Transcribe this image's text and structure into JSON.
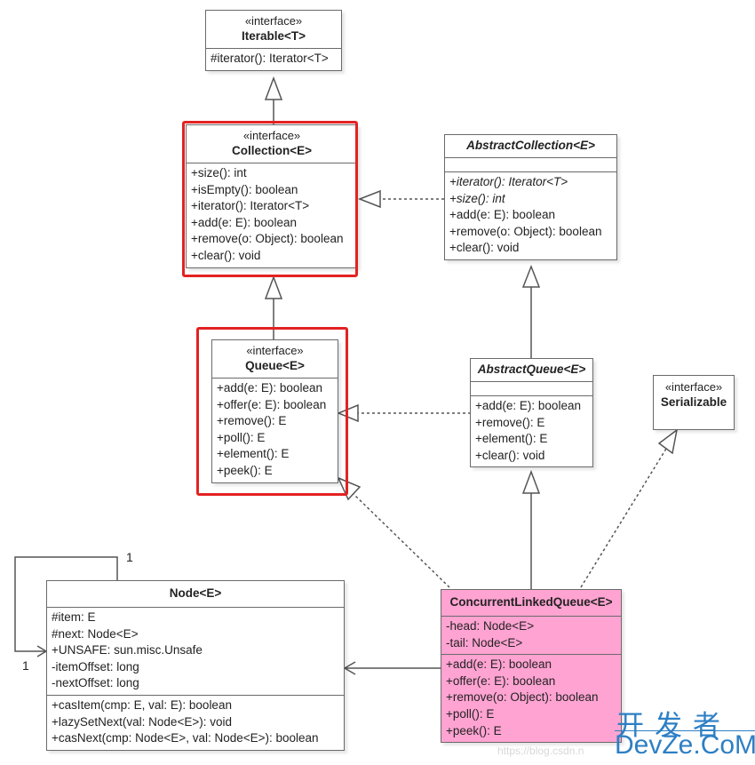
{
  "diagram": {
    "type": "UML class diagram",
    "classes": {
      "iterable": {
        "stereotype": "«interface»",
        "name": "Iterable<T>",
        "attributes": [],
        "methods": [
          "#iterator(): Iterator<T>"
        ]
      },
      "collection": {
        "stereotype": "«interface»",
        "name": "Collection<E>",
        "highlighted": true,
        "methods": [
          "+size(): int",
          "+isEmpty(): boolean",
          "+iterator(): Iterator<T>",
          "+add(e: E): boolean",
          "+remove(o: Object): boolean",
          "+clear(): void"
        ]
      },
      "abstract_collection": {
        "name": "AbstractCollection<E>",
        "abstract": true,
        "attributes": [],
        "methods": [
          {
            "text": "+iterator(): Iterator<T>",
            "italic": true
          },
          {
            "text": "+size(): int",
            "italic": true
          },
          {
            "text": "+add(e: E): boolean",
            "italic": false
          },
          {
            "text": "+remove(o: Object): boolean",
            "italic": false
          },
          {
            "text": "+clear(): void",
            "italic": false
          }
        ]
      },
      "queue": {
        "stereotype": "«interface»",
        "name": "Queue<E>",
        "highlighted": true,
        "methods": [
          "+add(e: E): boolean",
          "+offer(e: E): boolean",
          "+remove(): E",
          "+poll(): E",
          "+element(): E",
          "+peek(): E"
        ]
      },
      "abstract_queue": {
        "name": "AbstractQueue<E>",
        "abstract": true,
        "attributes": [],
        "methods": [
          "+add(e: E): boolean",
          "+remove(): E",
          "+element(): E",
          "+clear(): void"
        ]
      },
      "serializable": {
        "stereotype": "«interface»",
        "name": "Serializable"
      },
      "node": {
        "name": "Node<E>",
        "attributes": [
          "#item: E",
          "#next: Node<E>",
          "+UNSAFE: sun.misc.Unsafe",
          "-itemOffset: long",
          "-nextOffset: long"
        ],
        "methods": [
          "+casItem(cmp: E, val: E): boolean",
          "+lazySetNext(val: Node<E>): void",
          "+casNext(cmp: Node<E>, val: Node<E>): boolean"
        ]
      },
      "concurrent_linked_queue": {
        "name": "ConcurrentLinkedQueue<E>",
        "fill": "#ffa3d2",
        "attributes": [
          "-head: Node<E>",
          "-tail: Node<E>"
        ],
        "methods": [
          "+add(e: E): boolean",
          "+offer(e: E): boolean",
          "+remove(o: Object): boolean",
          "+poll(): E",
          "+peek(): E"
        ]
      }
    },
    "relations": [
      {
        "from": "Collection<E>",
        "to": "Iterable<T>",
        "kind": "generalization"
      },
      {
        "from": "AbstractCollection<E>",
        "to": "Collection<E>",
        "kind": "realization"
      },
      {
        "from": "Queue<E>",
        "to": "Collection<E>",
        "kind": "generalization"
      },
      {
        "from": "AbstractQueue<E>",
        "to": "AbstractCollection<E>",
        "kind": "generalization"
      },
      {
        "from": "AbstractQueue<E>",
        "to": "Queue<E>",
        "kind": "realization"
      },
      {
        "from": "ConcurrentLinkedQueue<E>",
        "to": "AbstractQueue<E>",
        "kind": "generalization"
      },
      {
        "from": "ConcurrentLinkedQueue<E>",
        "to": "Queue<E>",
        "kind": "realization"
      },
      {
        "from": "ConcurrentLinkedQueue<E>",
        "to": "Serializable",
        "kind": "realization"
      },
      {
        "from": "ConcurrentLinkedQueue<E>",
        "to": "Node<E>",
        "kind": "association"
      },
      {
        "from": "Node<E>",
        "to": "Node<E>",
        "kind": "self-association",
        "multiplicity_source": "1",
        "multiplicity_target": "1"
      }
    ],
    "highlight_color": "#e32222"
  },
  "watermark": {
    "cn": "开发者",
    "en": "DevZe.CoM",
    "url": "https://blog.csdn.n"
  }
}
